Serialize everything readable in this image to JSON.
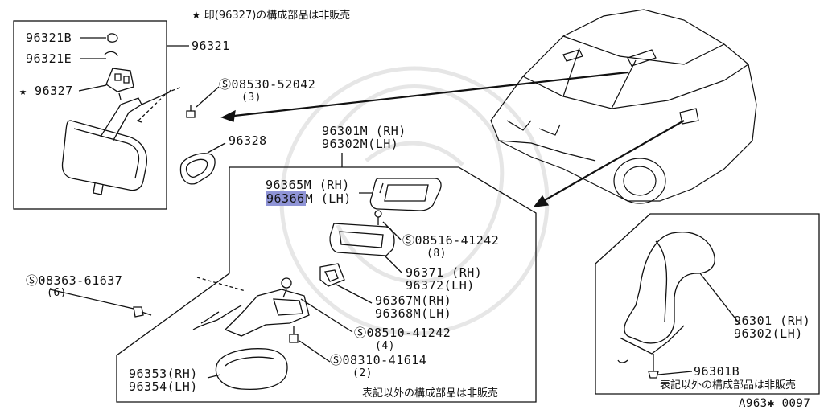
{
  "header_note": "★ 印(96327)の構成部品は非販売",
  "footer_code": "A963✱ 0097",
  "inset_mirror": {
    "part_main": "96321",
    "part_b": "96321B",
    "part_e": "96321E",
    "part_star": "★ 96327"
  },
  "screw_top": {
    "code": "Ⓢ08530-52042",
    "qty": "(3)"
  },
  "cover_part": "96328",
  "door_mirror": {
    "assembly_rh": "96301M (RH)",
    "assembly_lh": "96302M(LH)",
    "glass_rh": "96365M (RH)",
    "glass_lh_highlight": "96366",
    "glass_lh_suffix": "M (LH)",
    "screw_glass": {
      "code": "Ⓢ08516-41242",
      "qty": "(8)"
    },
    "holder_rh": "96371 (RH)",
    "holder_lh": "96372(LH)",
    "actuator_rh": "96367M(RH)",
    "actuator_lh": "96368M(LH)",
    "screw_actuator": {
      "code": "Ⓢ08510-41242",
      "qty": "(4)"
    },
    "screw_base": {
      "code": "Ⓢ08310-41614",
      "qty": "(2)"
    },
    "cover_rh": "96353(RH)",
    "cover_lh": "96354(LH)",
    "note": "表記以外の構成部品は非販売"
  },
  "screw_left": {
    "code": "Ⓢ08363-61637",
    "qty": "(6)"
  },
  "inset_base": {
    "part_rh": "96301 (RH)",
    "part_lh": "96302(LH)",
    "part_b": "96301B",
    "note": "表記以外の構成部品は非販売"
  }
}
